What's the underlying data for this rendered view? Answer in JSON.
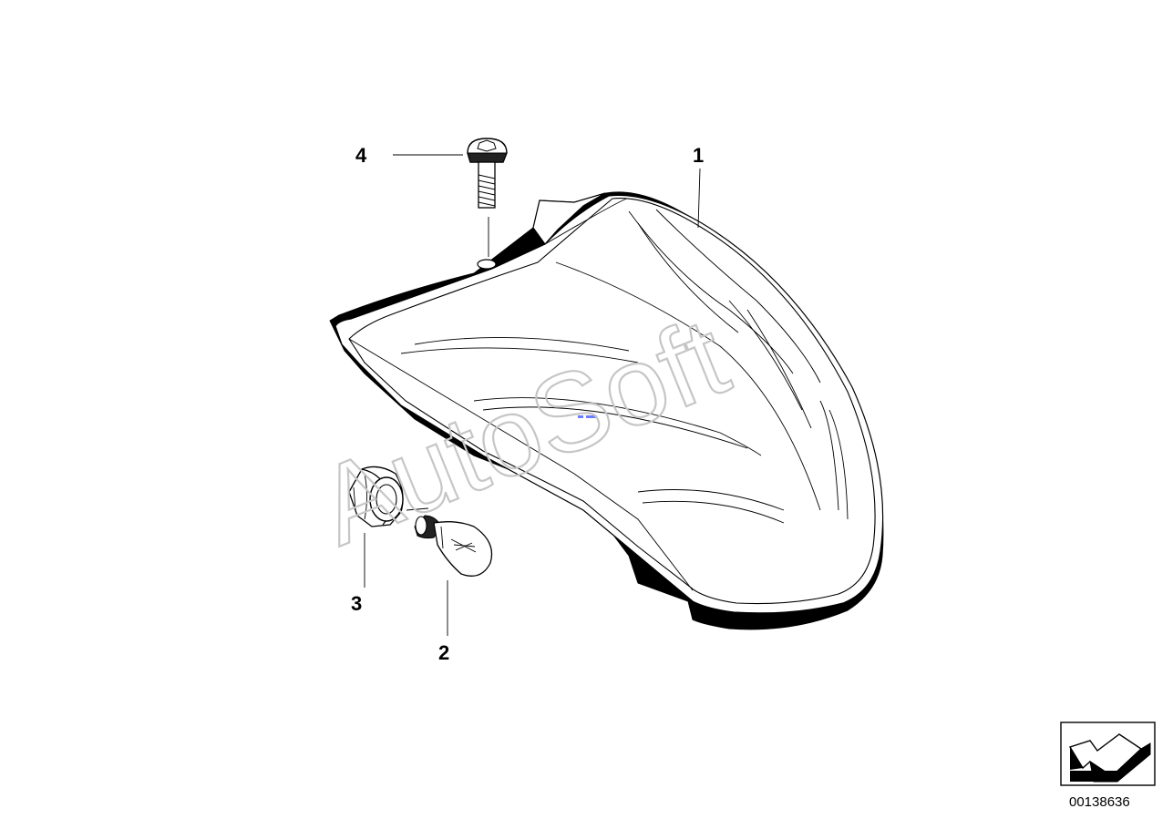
{
  "diagram": {
    "callouts": [
      {
        "id": "1",
        "label": "1"
      },
      {
        "id": "2",
        "label": "2"
      },
      {
        "id": "3",
        "label": "3"
      },
      {
        "id": "4",
        "label": "4"
      }
    ],
    "parts": [
      {
        "callout": "1",
        "icon": "tail-light-housing-icon"
      },
      {
        "callout": "2",
        "icon": "bulb-icon"
      },
      {
        "callout": "3",
        "icon": "bulb-socket-icon"
      },
      {
        "callout": "4",
        "icon": "screw-icon"
      }
    ],
    "watermark": "AutoSoft",
    "reference_number": "00138636",
    "direction_badge_icon": "arrow-direction-icon"
  }
}
